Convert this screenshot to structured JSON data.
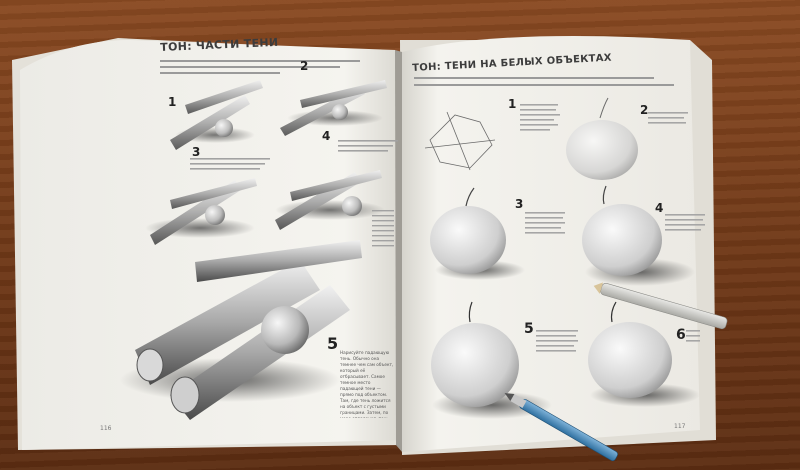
{
  "left_page": {
    "title": "ТОН: ЧАСТИ ТЕНИ",
    "step_numbers": [
      "1",
      "2",
      "3",
      "4",
      "5"
    ],
    "page_number": "116",
    "step5_text": "Нарисуйте падающую тень. Обычно она темнее чем сам объект, который её отбрасывает. Самое темное место падающей тени — прямо под объектом. Там, где тень ложится на объект с густыми границами. Затем, по мере отдаления, тень ослабевает. Здесь ведется от мягкой тени с плавным переходом."
  },
  "right_page": {
    "title": "ТОН: ТЕНИ НА БЕЛЫХ ОБЪЕКТАХ",
    "step_numbers": [
      "1",
      "2",
      "3",
      "4",
      "5",
      "6"
    ],
    "page_number": "117"
  },
  "colors": {
    "table": "#6f3817",
    "paper": "#f4f2ec",
    "ink": "#2a2a2a"
  }
}
